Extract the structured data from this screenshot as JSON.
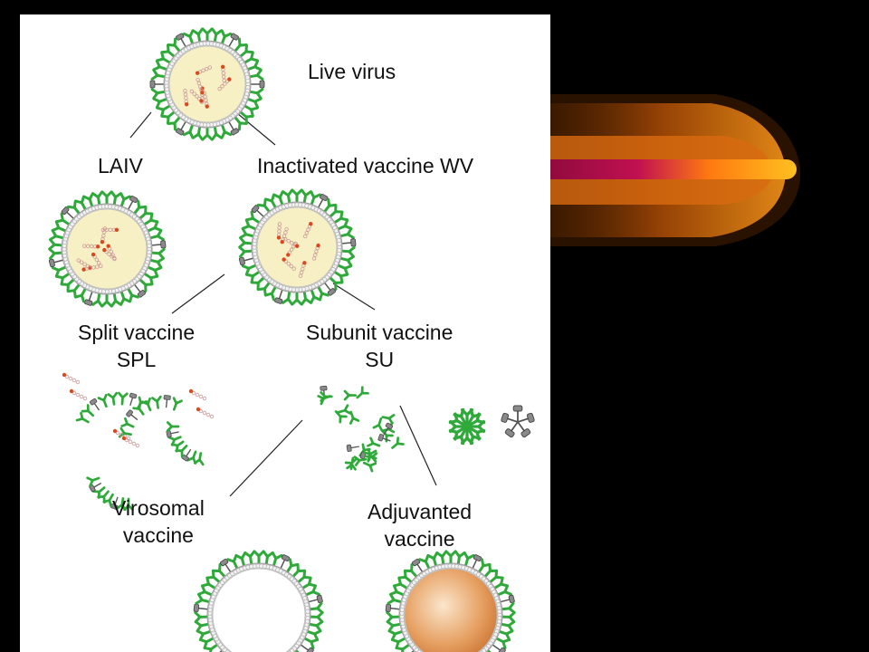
{
  "labels": {
    "live_virus": "Live virus",
    "laiv": "LAIV",
    "inactivated": "Inactivated vaccine WV",
    "split_line1": "Split vaccine",
    "split_line2": "SPL",
    "subunit_line1": "Subunit vaccine",
    "subunit_line2": "SU",
    "virosomal_line1": "Virosomal",
    "virosomal_line2": "vaccine",
    "adjuvanted_line1": "Adjuvanted",
    "adjuvanted_line2": "vaccine"
  },
  "colors": {
    "background": "#000000",
    "panel": "#ffffff",
    "spike_green": "#2faa3a",
    "spike_grey": "#8a8a8a",
    "virion_core": "#f6f0c4",
    "membrane": "#d8d8d8",
    "rna_red": "#d9481f",
    "adjuvant_core": "#d98a4a",
    "flame_orange": "#f08a10",
    "flame_magenta": "#b0104a"
  }
}
